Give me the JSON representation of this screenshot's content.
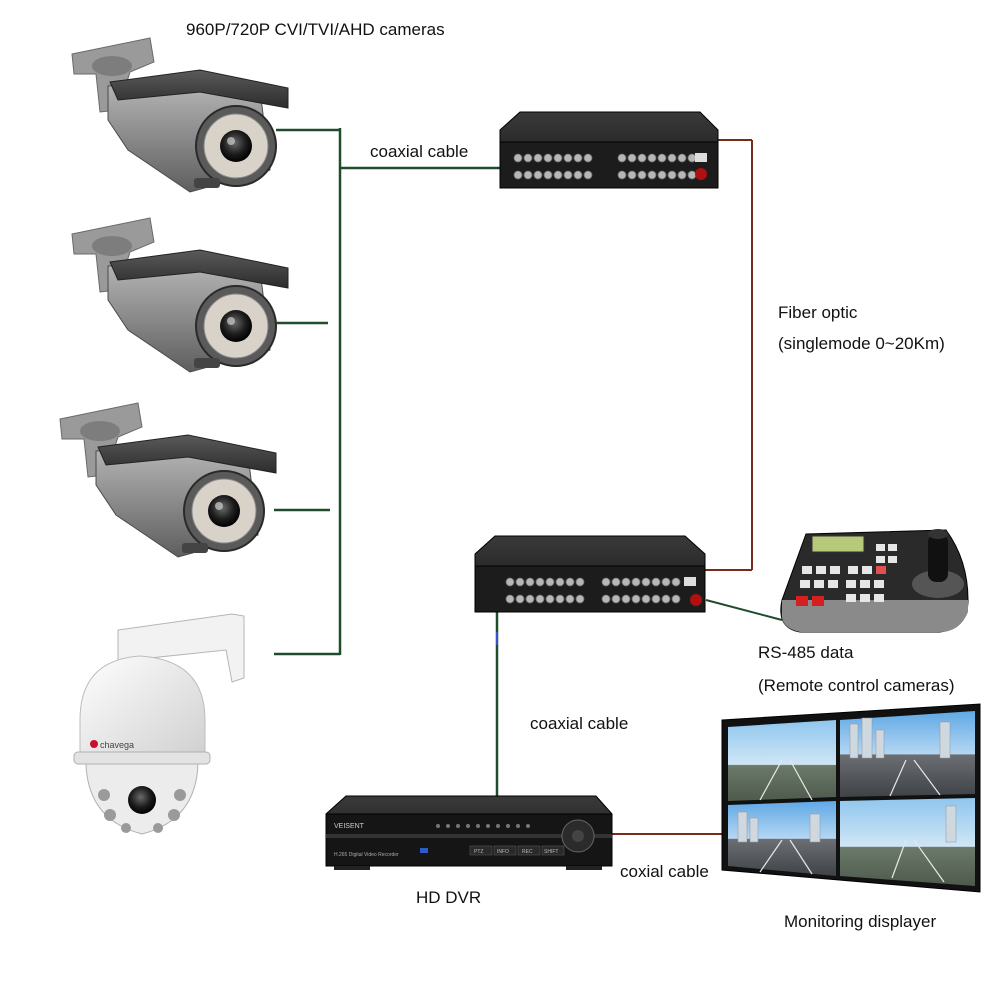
{
  "labels": {
    "cameras_title": "960P/720P CVI/TVI/AHD cameras",
    "coax_top": "coaxial cable",
    "fiber_line1": "Fiber optic",
    "fiber_line2": "(singlemode 0~20Km)",
    "rs485_line1": "RS-485 data",
    "rs485_line2": "(Remote control cameras)",
    "coax_bottom": "coaxial cable",
    "coax_monitor": "coxial cable",
    "dvr_label": "HD DVR",
    "monitor_label": "Monitoring displayer"
  },
  "device_text": {
    "ptz_brand": "chavega",
    "dvr_brand": "VEISENT",
    "dvr_model": "H.265 Digital Video Recorder",
    "dvr_btn_1": "PTZ",
    "dvr_btn_2": "INFO",
    "dvr_btn_3": "REC",
    "dvr_btn_4": "SHIFT"
  },
  "colors": {
    "coax_line": "#1f4d2b",
    "fiber_line": "#7a2a1a",
    "device_body": "#1e1e1e",
    "camera_body": "#8e8e8e",
    "bnc": "#b7b7b7"
  }
}
